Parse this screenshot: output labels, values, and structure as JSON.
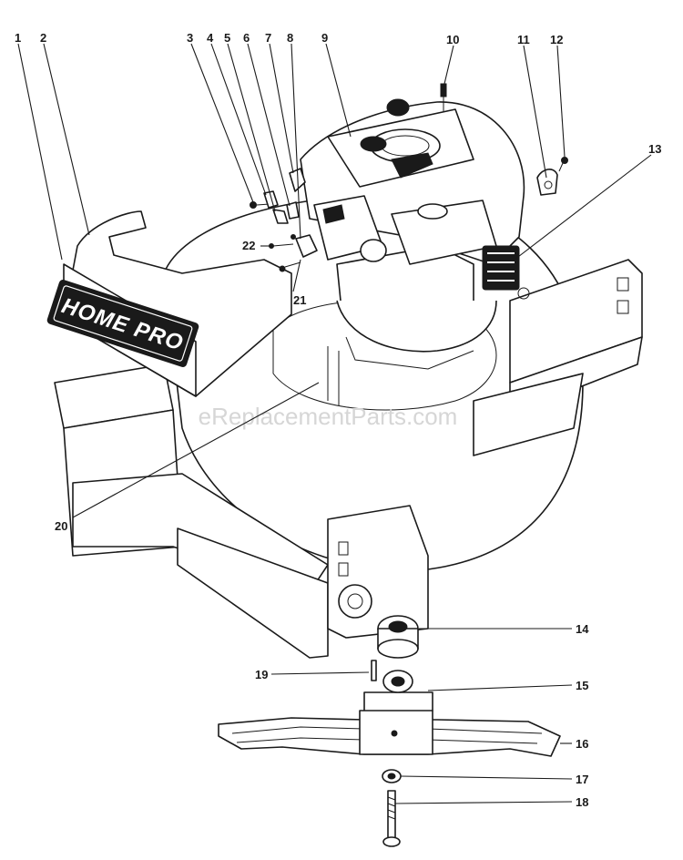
{
  "watermark": "eReplacementParts.com",
  "brand_badge": "HOME PRO",
  "callouts": [
    {
      "id": "c1",
      "label": "1"
    },
    {
      "id": "c2",
      "label": "2"
    },
    {
      "id": "c3",
      "label": "3"
    },
    {
      "id": "c4",
      "label": "4"
    },
    {
      "id": "c5",
      "label": "5"
    },
    {
      "id": "c6",
      "label": "6"
    },
    {
      "id": "c7",
      "label": "7"
    },
    {
      "id": "c8",
      "label": "8"
    },
    {
      "id": "c9",
      "label": "9"
    },
    {
      "id": "c10",
      "label": "10"
    },
    {
      "id": "c11",
      "label": "11"
    },
    {
      "id": "c12",
      "label": "12"
    },
    {
      "id": "c13",
      "label": "13"
    },
    {
      "id": "c14",
      "label": "14"
    },
    {
      "id": "c15",
      "label": "15"
    },
    {
      "id": "c16",
      "label": "16"
    },
    {
      "id": "c17",
      "label": "17"
    },
    {
      "id": "c18",
      "label": "18"
    },
    {
      "id": "c19",
      "label": "19"
    },
    {
      "id": "c20",
      "label": "20"
    },
    {
      "id": "c21",
      "label": "21"
    },
    {
      "id": "c22",
      "label": "22"
    }
  ]
}
